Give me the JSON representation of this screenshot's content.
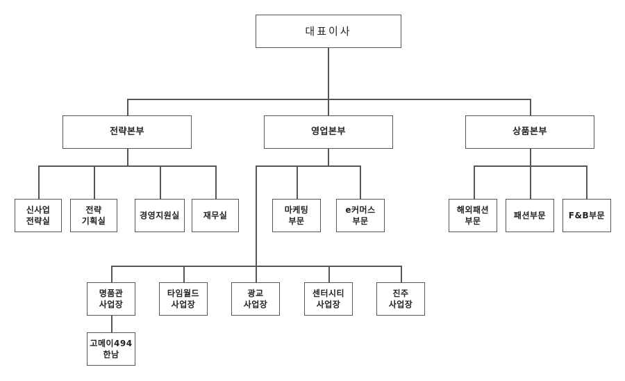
{
  "title": "조직도",
  "ceo": {
    "label": "대표이사"
  },
  "divisions": [
    {
      "label": "전략본부",
      "units": [
        {
          "label": "신사업\n전략실"
        },
        {
          "label": "전략\n기획실"
        },
        {
          "label": "경영지원실"
        },
        {
          "label": "재무실"
        }
      ]
    },
    {
      "label": "영업본부",
      "units": [
        {
          "label": "마케팅\n부문"
        },
        {
          "label": "e커머스\n부문"
        }
      ],
      "sites": [
        {
          "label": "명품관\n사업장",
          "child": {
            "label": "고메이494\n한남"
          }
        },
        {
          "label": "타임월드\n사업장"
        },
        {
          "label": "광교\n사업장"
        },
        {
          "label": "센터시티\n사업장"
        },
        {
          "label": "진주\n사업장"
        }
      ]
    },
    {
      "label": "상품본부",
      "units": [
        {
          "label": "해외패션\n부문"
        },
        {
          "label": "패션부문"
        },
        {
          "label": "F&B부문"
        }
      ]
    }
  ]
}
